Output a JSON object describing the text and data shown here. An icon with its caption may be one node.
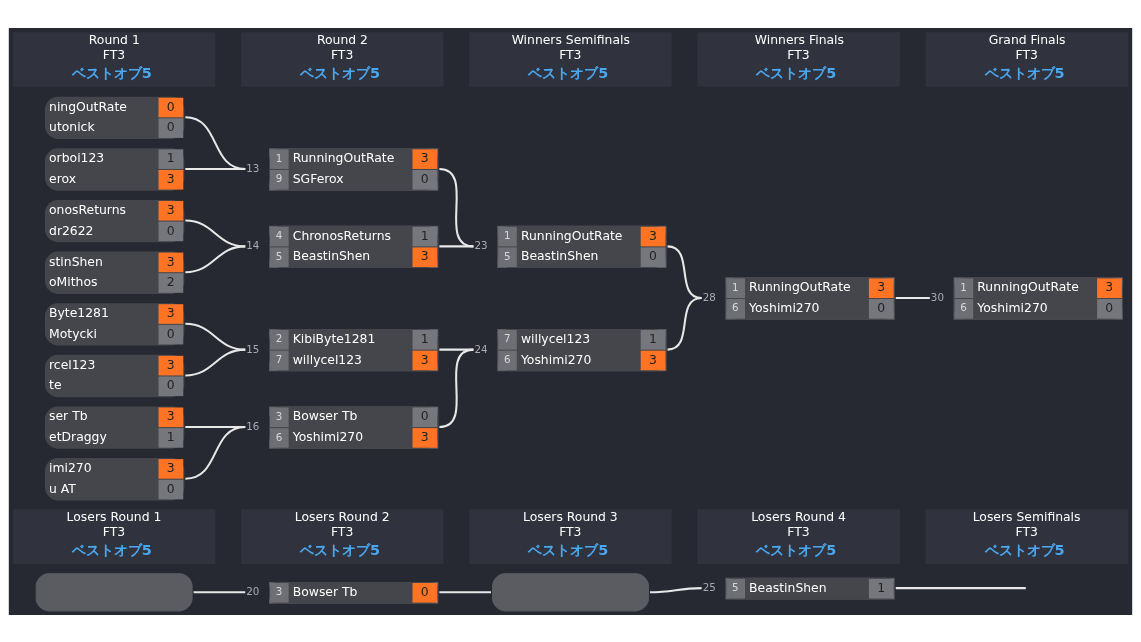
{
  "diagram": {
    "nodes": [
      {
        "text": [
          "Round 1",
          "FT3",
          "ベストオブ5"
        ]
      },
      {
        "text": [
          "Round 2",
          "FT3",
          "ベストオブ5"
        ]
      },
      {
        "text": [
          "Winners Semifinals",
          "FT3",
          "ベストオブ5"
        ]
      },
      {
        "text": [
          "Winners Finals",
          "FT3",
          "ベストオブ5"
        ]
      },
      {
        "text": [
          "Grand Finals",
          "FT3",
          "ベストオブ5"
        ]
      },
      {
        "text": [
          "ningOutRate",
          "0",
          "utonick",
          "0"
        ]
      },
      {
        "text": [
          "orboi123",
          "1",
          "erox",
          "3"
        ]
      },
      {
        "text": [
          "onosReturns",
          "3",
          "dr2622",
          "0"
        ]
      },
      {
        "text": [
          "stinShen",
          "3",
          "oMithos",
          "2"
        ]
      },
      {
        "text": [
          "Byte1281",
          "3",
          "Motycki",
          "0"
        ]
      },
      {
        "text": [
          "rcel123",
          "3",
          "te",
          "0"
        ]
      },
      {
        "text": [
          "ser Tb",
          "3",
          "etDraggy",
          "1"
        ]
      },
      {
        "text": [
          "imi270",
          "3",
          "u AT",
          "0"
        ]
      },
      {
        "text": [
          "1",
          "RunningOutRate",
          "3",
          "9",
          "SGFerox",
          "0"
        ],
        "beside": [
          "13"
        ]
      },
      {
        "text": [
          "4",
          "ChronosReturns",
          "1",
          "5",
          "BeastinShen",
          "3"
        ],
        "beside": [
          "14"
        ]
      },
      {
        "text": [
          "2",
          "KibiByte1281",
          "1",
          "7",
          "willycel123",
          "3"
        ],
        "beside": [
          "15"
        ]
      },
      {
        "text": [
          "3",
          "Bowser Tb",
          "0",
          "6",
          "Yoshimi270",
          "3"
        ],
        "beside": [
          "16"
        ]
      },
      {
        "text": [
          "1",
          "RunningOutRate",
          "3",
          "5",
          "BeastinShen",
          "0"
        ],
        "beside": [
          "23"
        ]
      },
      {
        "text": [
          "7",
          "willycel123",
          "1",
          "6",
          "Yoshimi270",
          "3"
        ],
        "beside": [
          "24"
        ]
      },
      {
        "text": [
          "1",
          "RunningOutRate",
          "3",
          "6",
          "Yoshimi270",
          "0"
        ],
        "beside": [
          "28"
        ]
      },
      {
        "text": [
          "1",
          "RunningOutRate",
          "3",
          "6",
          "Yoshimi270",
          "0"
        ],
        "beside": [
          "30"
        ]
      },
      {
        "text": [
          "Losers Round 1",
          "FT3",
          "ベストオブ5"
        ]
      },
      {
        "text": [
          "Losers Round 2",
          "FT3",
          "ベストオブ5"
        ]
      },
      {
        "text": [
          "Losers Round 3",
          "FT3",
          "ベストオブ5"
        ]
      },
      {
        "text": [
          "Losers Round 4",
          "FT3",
          "ベストオブ5"
        ]
      },
      {
        "text": [
          "Losers Semifinals",
          "FT3",
          "ベストオブ5"
        ]
      },
      {
        "text": [],
        "shape": "box"
      },
      {
        "text": [
          "3",
          "Bowser Tb",
          "0"
        ],
        "beside": [
          "20"
        ]
      },
      {
        "text": [],
        "shape": "box"
      },
      {
        "text": [
          "5",
          "BeastinShen",
          "1"
        ],
        "beside": [
          "25"
        ]
      }
    ],
    "edges": [
      {
        "from": 5,
        "to": 13,
        "arrow": "none"
      },
      {
        "from": 6,
        "to": 13,
        "arrow": "none"
      },
      {
        "from": 7,
        "to": 14,
        "arrow": "none"
      },
      {
        "from": 8,
        "to": 14,
        "arrow": "none"
      },
      {
        "from": 9,
        "to": 15,
        "arrow": "none"
      },
      {
        "from": 10,
        "to": 15,
        "arrow": "none"
      },
      {
        "from": 11,
        "to": 16,
        "arrow": "none"
      },
      {
        "from": 12,
        "to": 16,
        "arrow": "none"
      },
      {
        "from": 13,
        "to": 17,
        "arrow": "none"
      },
      {
        "from": 14,
        "to": 17,
        "arrow": "none"
      },
      {
        "from": 15,
        "to": 18,
        "arrow": "none"
      },
      {
        "from": 16,
        "to": 18,
        "arrow": "none"
      },
      {
        "from": 17,
        "to": 19,
        "arrow": "none"
      },
      {
        "from": 18,
        "to": 19,
        "arrow": "none"
      },
      {
        "from": 19,
        "to": 20,
        "arrow": "none"
      },
      {
        "from": 26,
        "to": 27,
        "arrow": "none"
      },
      {
        "from": 27,
        "to": 28,
        "arrow": "none"
      },
      {
        "from": 28,
        "to": 29,
        "arrow": "none"
      },
      {
        "from": 29,
        "to": null,
        "arrow": "none"
      }
    ]
  }
}
